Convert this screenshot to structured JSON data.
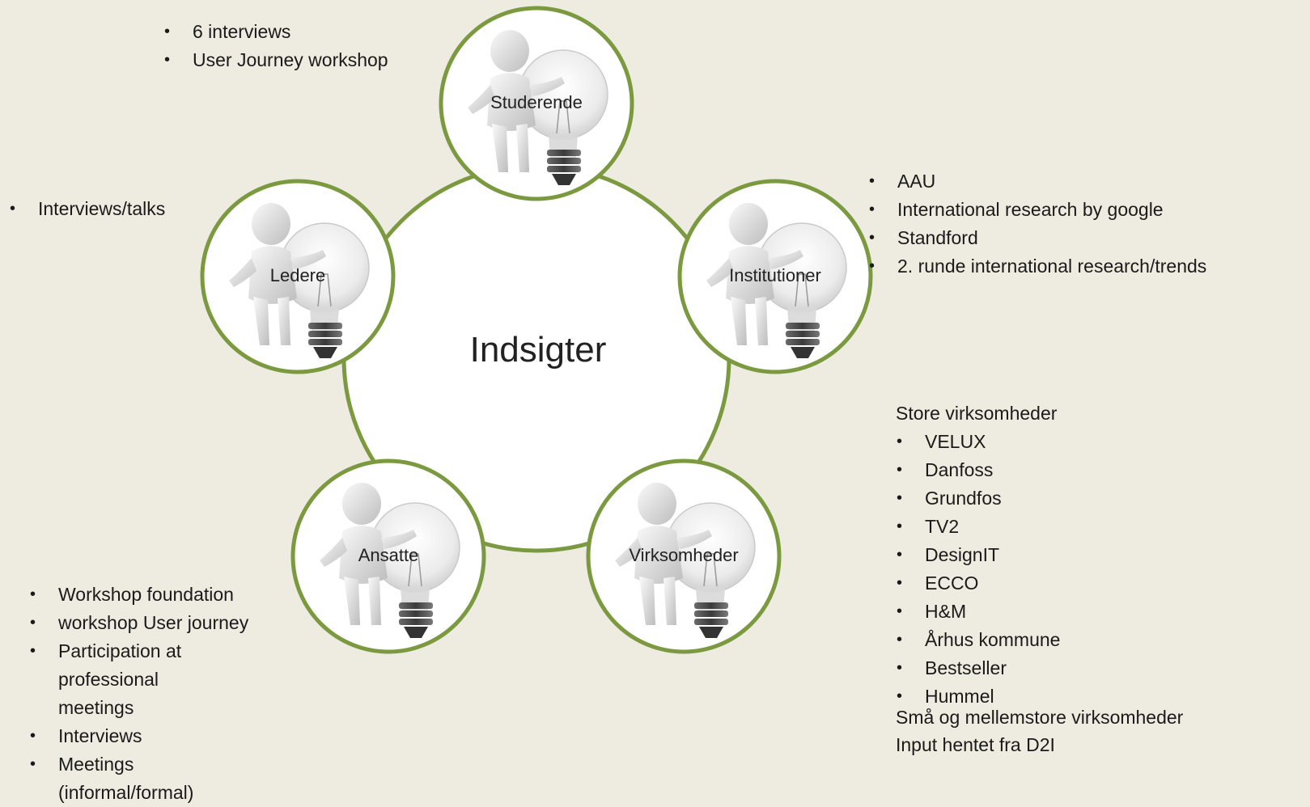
{
  "center": {
    "title": "Indsigter"
  },
  "nodes": [
    {
      "id": "studerende",
      "label": "Studerende"
    },
    {
      "id": "institutioner",
      "label": "Institutioner"
    },
    {
      "id": "virksomheder",
      "label": "Virksomheder"
    },
    {
      "id": "ansatte",
      "label": "Ansatte"
    },
    {
      "id": "ledere",
      "label": "Ledere"
    }
  ],
  "notes": {
    "studerende": [
      "6 interviews",
      "User Journey workshop"
    ],
    "ledere": [
      "Interviews/talks"
    ],
    "institutioner": [
      "AAU",
      "International research by google",
      "Standford",
      "2. runde international research/trends"
    ],
    "ansatte": [
      "Workshop foundation",
      "workshop User journey",
      "Participation at professional meetings",
      "Interviews",
      "Meetings (informal/formal)"
    ],
    "virksomheder": {
      "heading": "Store virksomheder",
      "items": [
        "VELUX",
        "Danfoss",
        "Grundfos",
        "TV2",
        "DesignIT",
        "ECCO",
        "H&M",
        "Århus kommune",
        "Bestseller",
        "Hummel"
      ],
      "footer1": "Små og mellemstore virksomheder",
      "footer2": "Input hentet fra D2I"
    }
  },
  "colors": {
    "background": "#eeebe1",
    "ring": "#7b9a3f",
    "circle_fill": "#ffffff"
  }
}
